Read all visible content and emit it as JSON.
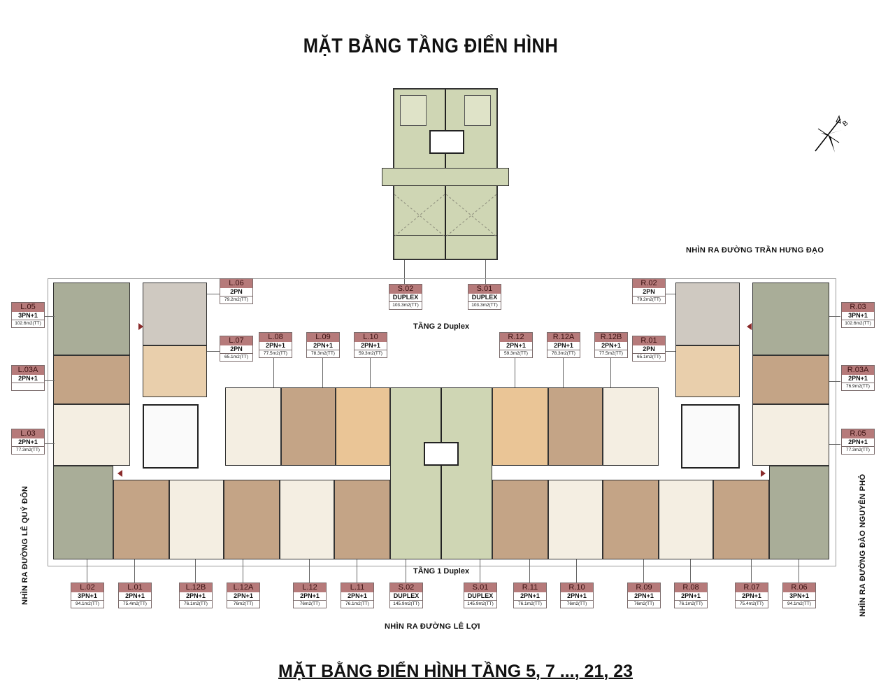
{
  "title": "MẶT BẰNG TẦNG ĐIỂN HÌNH",
  "subtitle": "MẶT BẰNG ĐIỂN HÌNH TẦNG 5, 7 ..., 21, 23",
  "floor_labels": {
    "upper": "TẦNG 2 Duplex",
    "lower": "TẦNG 1 Duplex"
  },
  "roads": {
    "north": "NHÌN RA ĐƯỜNG TRẦN HƯNG ĐẠO",
    "south": "NHÌN RA ĐƯỜNG LÊ LỢI",
    "west": "NHÌN RA ĐƯỜNG LÊ QUÝ ĐÔN",
    "east": "NHÌN RA ĐƯỜNG ĐÀO NGUYÊN PHỎ"
  },
  "compass": {
    "label": "B",
    "icon": "north-arrow-icon"
  },
  "colors": {
    "tag_header": "#b67a7a",
    "unit_green": "#a9ad98",
    "unit_grey": "#cfc9c1",
    "unit_tan": "#cfad8c",
    "unit_peach": "#e9cfac",
    "unit_cream": "#f4eee2",
    "unit_orange": "#eac596",
    "unit_brown": "#c4a486",
    "duplex_green": "#cfd6b4"
  },
  "units": {
    "S02_upper": {
      "code": "S.02",
      "type": "DUPLEX",
      "area": "103.3m2(TT)"
    },
    "S01_upper": {
      "code": "S.01",
      "type": "DUPLEX",
      "area": "103.3m2(TT)"
    },
    "L05": {
      "code": "L.05",
      "type": "3PN+1",
      "area": "102.6m2(TT)"
    },
    "L03A": {
      "code": "L.03A",
      "type": "2PN+1",
      "area": ""
    },
    "L03": {
      "code": "L.03",
      "type": "2PN+1",
      "area": "77.3m2(TT)"
    },
    "L06": {
      "code": "L.06",
      "type": "2PN",
      "area": "79.2m2(TT)"
    },
    "L07": {
      "code": "L.07",
      "type": "2PN",
      "area": "65.1m2(TT)"
    },
    "L08": {
      "code": "L.08",
      "type": "2PN+1",
      "area": "77.5m2(TT)"
    },
    "L09": {
      "code": "L.09",
      "type": "2PN+1",
      "area": "78.3m2(TT)"
    },
    "L10": {
      "code": "L.10",
      "type": "2PN+1",
      "area": "59.3m2(TT)"
    },
    "R12": {
      "code": "R.12",
      "type": "2PN+1",
      "area": "59.3m2(TT)"
    },
    "R12A": {
      "code": "R.12A",
      "type": "2PN+1",
      "area": "78.3m2(TT)"
    },
    "R12B": {
      "code": "R.12B",
      "type": "2PN+1",
      "area": "77.5m2(TT)"
    },
    "R02": {
      "code": "R.02",
      "type": "2PN",
      "area": "79.2m2(TT)"
    },
    "R01": {
      "code": "R.01",
      "type": "2PN",
      "area": "65.1m2(TT)"
    },
    "R03": {
      "code": "R.03",
      "type": "3PN+1",
      "area": "102.6m2(TT)"
    },
    "R03A": {
      "code": "R.03A",
      "type": "2PN+1",
      "area": "76.9m2(TT)"
    },
    "R05": {
      "code": "R.05",
      "type": "2PN+1",
      "area": "77.3m2(TT)"
    },
    "L02": {
      "code": "L.02",
      "type": "3PN+1",
      "area": "94.1m2(TT)"
    },
    "L01": {
      "code": "L.01",
      "type": "2PN+1",
      "area": "75.4m2(TT)"
    },
    "L12B": {
      "code": "L.12B",
      "type": "2PN+1",
      "area": "76.1m2(TT)"
    },
    "L12A": {
      "code": "L.12A",
      "type": "2PN+1",
      "area": "76m2(TT)"
    },
    "L12": {
      "code": "L.12",
      "type": "2PN+1",
      "area": "76m2(TT)"
    },
    "L11": {
      "code": "L.11",
      "type": "2PN+1",
      "area": "76.1m2(TT)"
    },
    "S02_lower": {
      "code": "S.02",
      "type": "DUPLEX",
      "area": "145.9m2(TT)"
    },
    "S01_lower": {
      "code": "S.01",
      "type": "DUPLEX",
      "area": "145.9m2(TT)"
    },
    "R11": {
      "code": "R.11",
      "type": "2PN+1",
      "area": "76.1m2(TT)"
    },
    "R10": {
      "code": "R.10",
      "type": "2PN+1",
      "area": "76m2(TT)"
    },
    "R09": {
      "code": "R.09",
      "type": "2PN+1",
      "area": "76m2(TT)"
    },
    "R08": {
      "code": "R.08",
      "type": "2PN+1",
      "area": "76.1m2(TT)"
    },
    "R07": {
      "code": "R.07",
      "type": "2PN+1",
      "area": "75.4m2(TT)"
    },
    "R06": {
      "code": "R.06",
      "type": "3PN+1",
      "area": "94.1m2(TT)"
    }
  }
}
